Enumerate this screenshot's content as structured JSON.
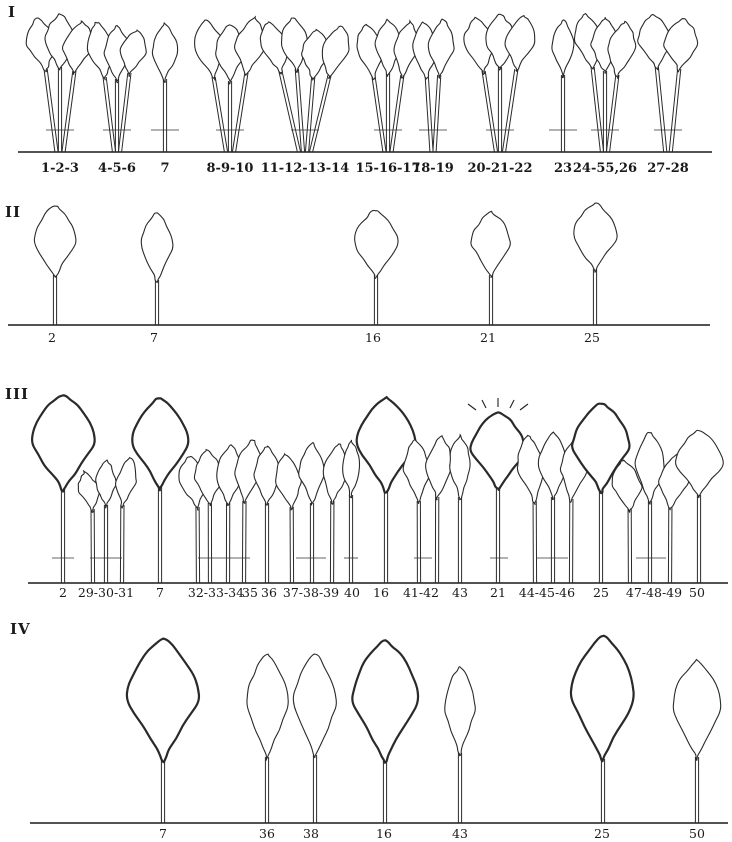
{
  "rows": [
    {
      "id": "I",
      "numeral": "I",
      "labels": [
        "1-2-3",
        "4-5-6",
        "7",
        "8-9-10",
        "11-12-13-14",
        "15-16-17",
        "18-19",
        "20-21-22",
        "23",
        "24-55,26",
        "27-28"
      ]
    },
    {
      "id": "II",
      "numeral": "II",
      "labels": [
        "2",
        "7",
        "16",
        "21",
        "25"
      ]
    },
    {
      "id": "III",
      "numeral": "III",
      "labels": [
        "2",
        "29-30-31",
        "7",
        "32-33-34",
        "35",
        "36",
        "37-38-39",
        "40",
        "16",
        "41-42",
        "43",
        "21",
        "44-45-46",
        "25",
        "47-48-49",
        "50"
      ]
    },
    {
      "id": "IV",
      "numeral": "IV",
      "labels": [
        "7",
        "36",
        "38",
        "16",
        "43",
        "25",
        "50"
      ]
    }
  ],
  "colors": {
    "ink": "#1a1a1a",
    "paper": "#ffffff"
  }
}
